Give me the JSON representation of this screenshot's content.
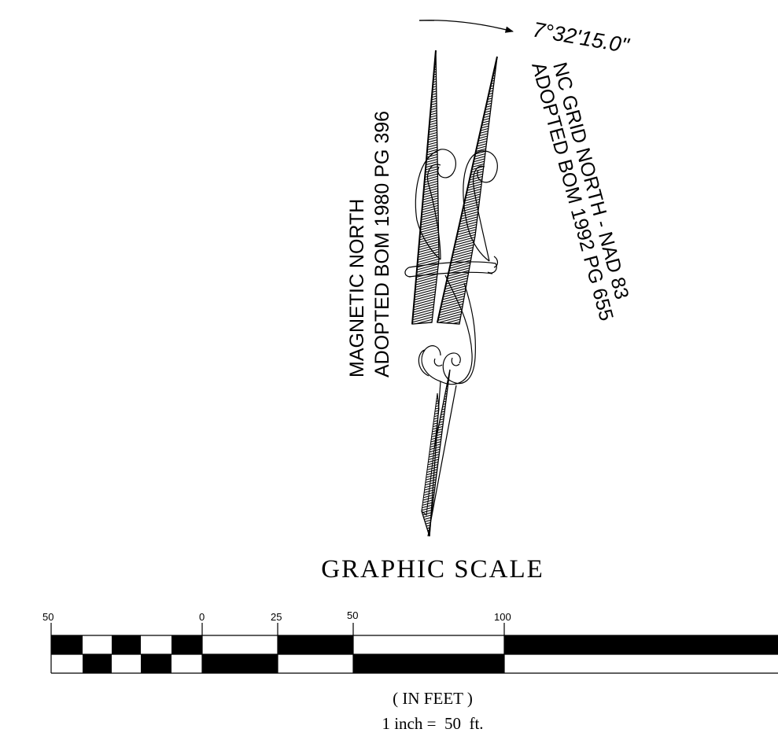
{
  "angle_label": "7°32'15.0\"",
  "magnetic_north": {
    "line1": "MAGNETIC NORTH",
    "line2": "ADOPTED BOM 1980 PG 396"
  },
  "grid_north": {
    "line1": "NC GRID NORTH - NAD 83",
    "line2": "ADOPTED BOM 1992 PG 655"
  },
  "graphic_scale": {
    "title": "GRAPHIC SCALE",
    "tick_labels": {
      "t50_left": "50",
      "t0": "0",
      "t25": "25",
      "t50": "50",
      "t100": "100"
    },
    "units": "( IN FEET )",
    "ratio": "1 inch =  50  ft."
  }
}
